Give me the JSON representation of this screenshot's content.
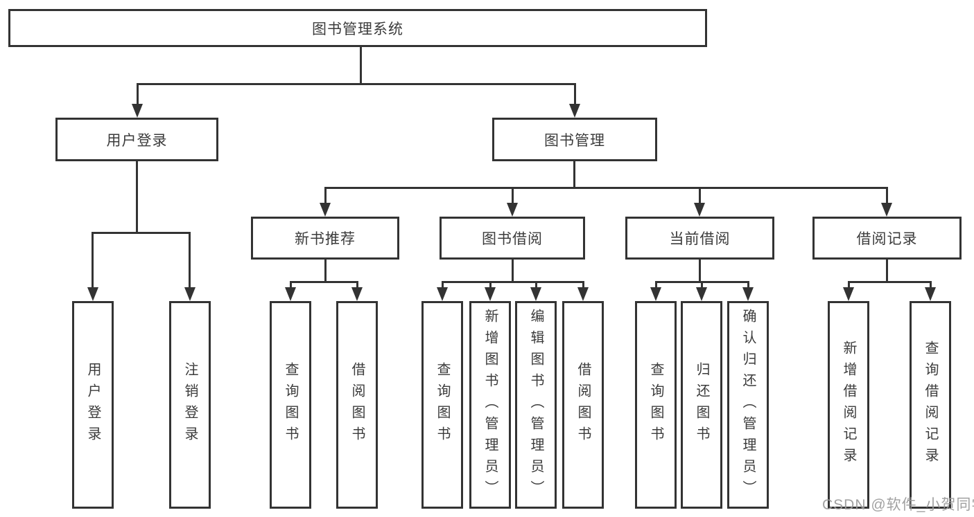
{
  "tree": {
    "root": {
      "label": "图书管理系统"
    },
    "branches": [
      {
        "label": "用户登录",
        "children": [
          {
            "label": "用户登录"
          },
          {
            "label": "注销登录"
          }
        ]
      },
      {
        "label": "图书管理",
        "children": [
          {
            "label": "新书推荐",
            "children": [
              {
                "label": "查询图书"
              },
              {
                "label": "借阅图书"
              }
            ]
          },
          {
            "label": "图书借阅",
            "children": [
              {
                "label": "查询图书"
              },
              {
                "label": "新增图书（管理员）"
              },
              {
                "label": "编辑图书（管理员）"
              },
              {
                "label": "借阅图书"
              }
            ]
          },
          {
            "label": "当前借阅",
            "children": [
              {
                "label": "查询图书"
              },
              {
                "label": "归还图书"
              },
              {
                "label": "确认归还（管理员）"
              }
            ]
          },
          {
            "label": "借阅记录",
            "children": [
              {
                "label": "新增借阅记录"
              },
              {
                "label": "查询借阅记录"
              }
            ]
          }
        ]
      }
    ]
  },
  "watermark": {
    "text": "CSDN @软件_小贺同学"
  },
  "colors": {
    "line": "#333333",
    "text": "#3b3b3b",
    "watermark": "#9c9c9c",
    "background": "#ffffff"
  }
}
